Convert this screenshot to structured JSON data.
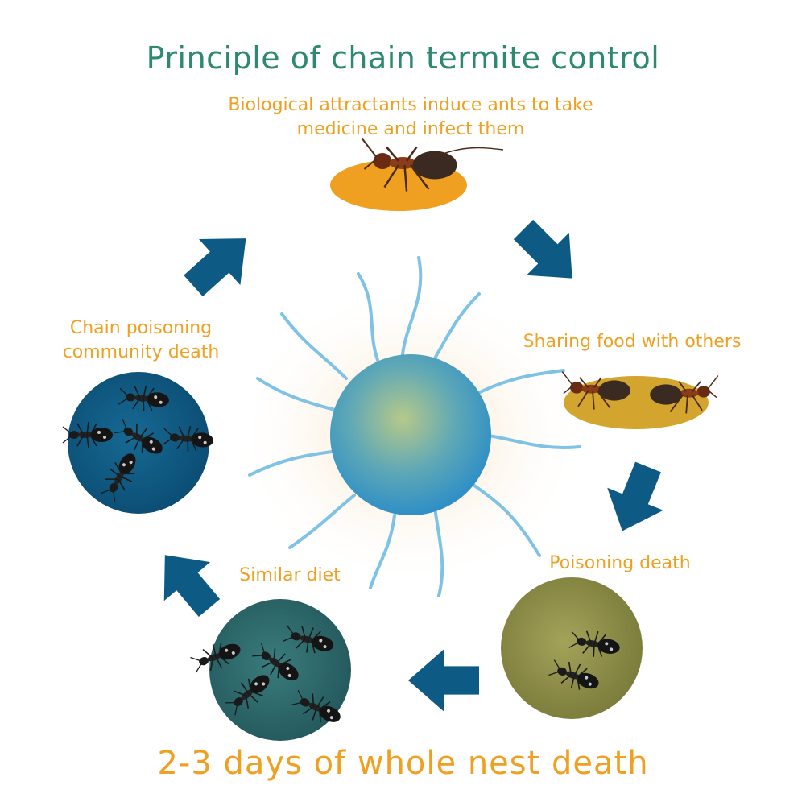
{
  "title": "Principle of chain termite control",
  "steps": [
    {
      "label": "Biological attractants induce ants to take medicine and infect them"
    },
    {
      "label": "Sharing food with others"
    },
    {
      "label": "Poisoning death"
    },
    {
      "label": "Similar diet"
    },
    {
      "label": "Chain poisoning community death"
    }
  ],
  "footer": "2-3 days of whole nest death",
  "colors": {
    "title": "#2e8a6e",
    "label": "#f0a020",
    "arrow": "#0d5b85",
    "plate_orange": "#f0a020",
    "plate_gold": "#d4a52e",
    "circle_olive": "#8f8f47",
    "circle_teal": "#2f6b6e",
    "circle_blue": "#0f5a83"
  }
}
